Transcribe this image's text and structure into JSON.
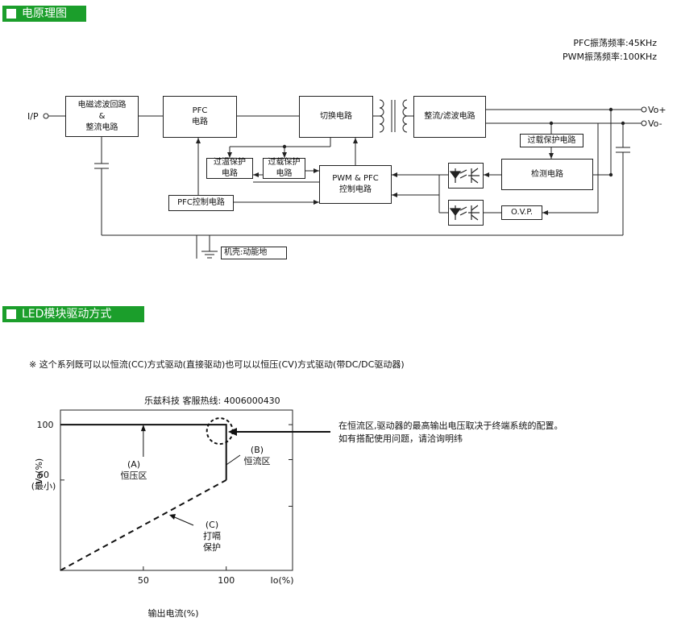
{
  "sections": {
    "schematic_title": "电原理图",
    "led_title": "LED模块驱动方式"
  },
  "frequencies": {
    "pfc": "PFC振荡频率:45KHz",
    "pwm": "PWM振荡频率:100KHz"
  },
  "schematic": {
    "input": "I/P",
    "out_plus": "Vo+",
    "out_minus": "Vo-",
    "emi_filter": "电磁滤波回路\n&\n整流电路",
    "pfc": "PFC\n电路",
    "switching": "切换电路",
    "rectify": "整流/滤波电路",
    "overtemp": "过温保护\n电路",
    "overload_small": "过载保护\n电路",
    "pwm_pfc": "PWM & PFC\n控制电路",
    "overload": "过载保护电路",
    "detect": "检测电路",
    "pfc_ctrl": "PFC控制电路",
    "ovp": "O.V.P.",
    "ground": "机壳:动能地"
  },
  "led": {
    "description": "※ 这个系列既可以以恒流(CC)方式驱动(直接驱动)也可以以恒压(CV)方式驱动(带DC/DC驱动器)",
    "hotline": "乐兹科技 客服热线: 4006000430",
    "note_line1": "在恒流区,驱动器的最高输出电压取决于终端系统的配置。",
    "note_line2": "如有搭配使用问题，请洽询明纬"
  },
  "chart_data": {
    "type": "line",
    "xlabel": "输出电流(%)",
    "ylabel": "Vo(%)",
    "x_ticks": [
      "50",
      "100",
      "Io(%)"
    ],
    "y_ticks": [
      "100",
      "60\n(最小)"
    ],
    "xlim": [
      0,
      140
    ],
    "ylim": [
      0,
      110
    ],
    "series": [
      {
        "name": "",
        "style": "solid",
        "x": [
          0,
          100,
          100
        ],
        "y": [
          100,
          100,
          62
        ]
      },
      {
        "name": "",
        "style": "dashed",
        "x": [
          0,
          100
        ],
        "y": [
          0,
          62
        ]
      }
    ],
    "annotations": [
      {
        "label": "(A)\n恒压区",
        "x": 50,
        "y": 78
      },
      {
        "label": "(B)\n恒流区",
        "x": 100,
        "y": 85
      },
      {
        "label": "(C)\n打嗝\n保护",
        "x": 75,
        "y": 42
      }
    ]
  }
}
